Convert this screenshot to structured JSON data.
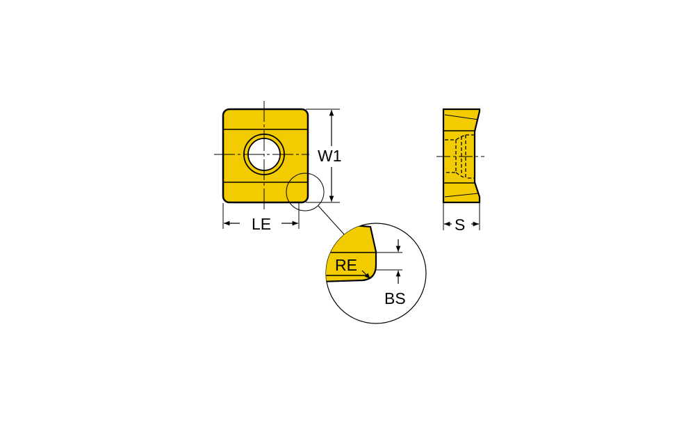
{
  "colors": {
    "insert_fill": "#F2CC00",
    "outline": "#000000",
    "background": "#FFFFFF"
  },
  "labels": {
    "width": "W1",
    "edge_length": "LE",
    "thickness": "S",
    "corner_radius": "RE",
    "wiper_length": "BS"
  }
}
